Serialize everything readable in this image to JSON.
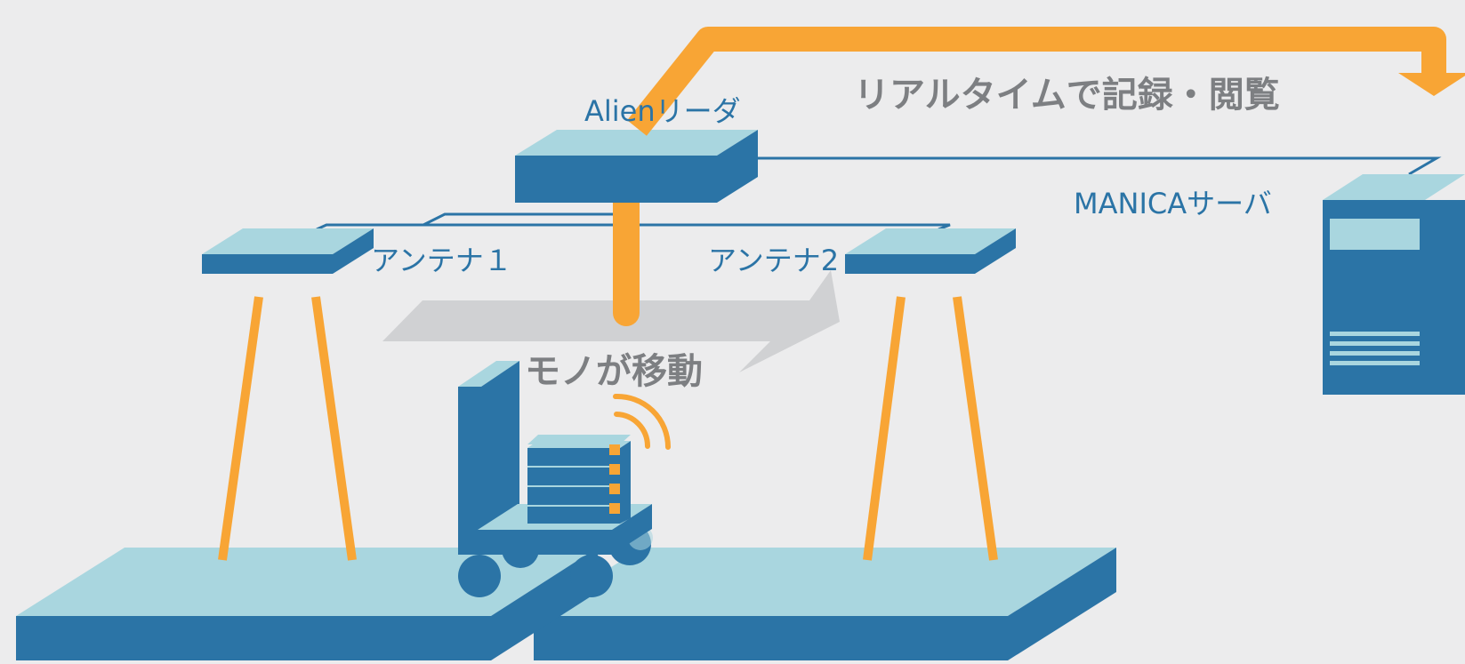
{
  "labels": {
    "reader": "Alienリーダ",
    "antenna1": "アンテナ１",
    "antenna2": "アンテナ2",
    "server": "MANICAサーバ",
    "realtime": "リアルタイムで記録・閲覧",
    "moving": "モノが移動"
  },
  "colors": {
    "background": "#ececed",
    "blue": "#2b74a6",
    "light_blue": "#a9d6df",
    "orange": "#f8a535",
    "grey_text": "#7d7f82",
    "grey_arrow": "#d0d1d3"
  },
  "icons": [
    "reader-device-icon",
    "antenna-icon",
    "server-icon",
    "cart-icon",
    "rfid-signal-icon",
    "floor-icon"
  ]
}
